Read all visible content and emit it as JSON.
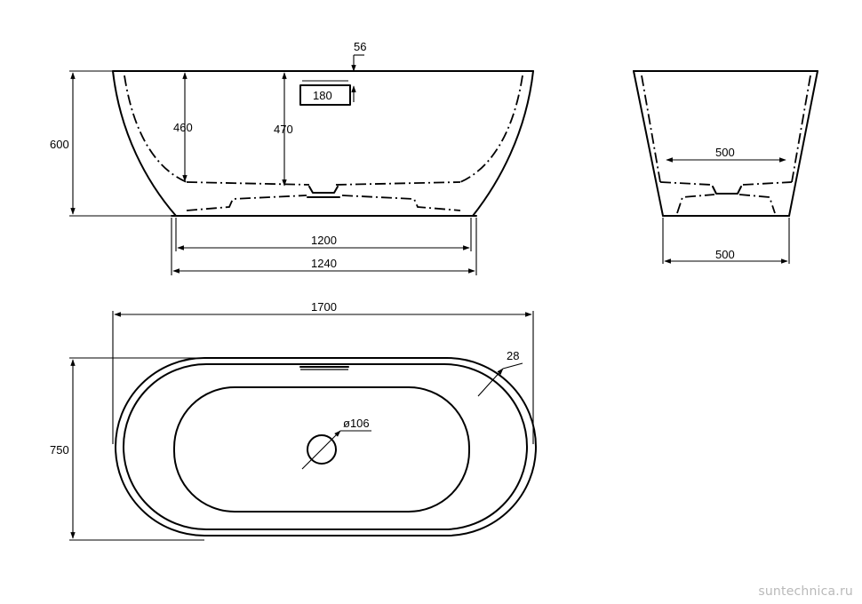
{
  "dimensions": {
    "front_height": "600",
    "front_depth_left": "460",
    "front_depth_center": "470",
    "overflow_offset": "56",
    "overflow_width": "180",
    "base_inner_width": "1200",
    "base_outer_width": "1240",
    "side_inner_width": "500",
    "side_base_width": "500",
    "top_length": "1700",
    "top_width": "750",
    "rim_thickness": "28",
    "drain_diameter": "ø106"
  },
  "watermark": "suntechnica.ru"
}
